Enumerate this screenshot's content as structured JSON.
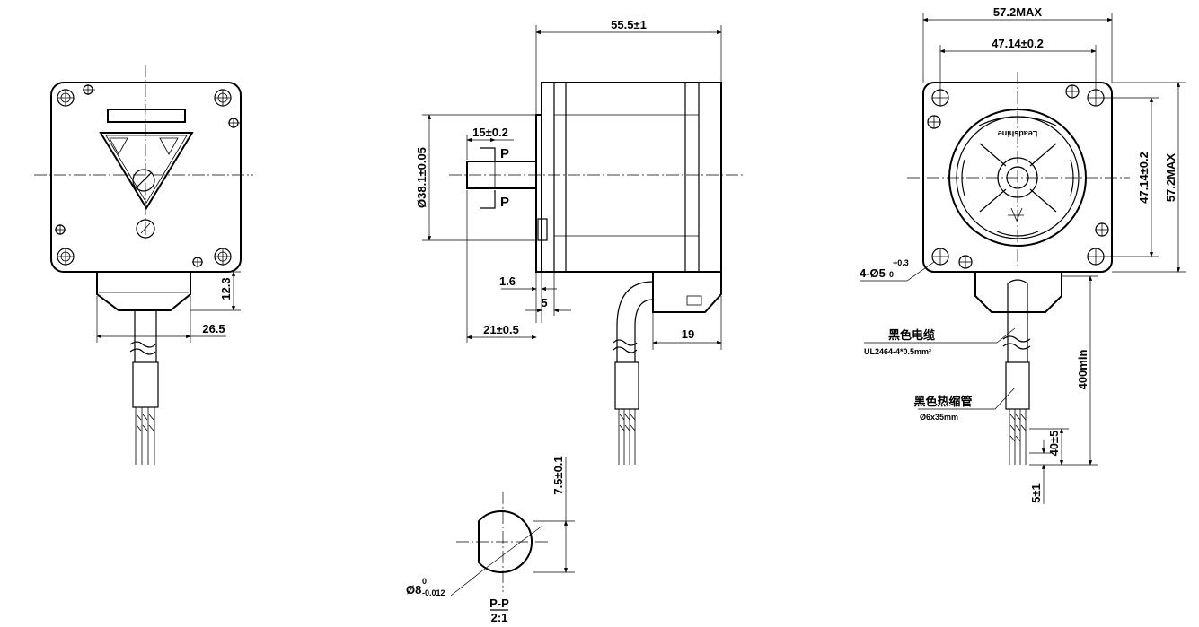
{
  "labels": {
    "logo_text": "Leadshine",
    "front_cable_width": "26.5",
    "front_boot_height": "12.3",
    "side_body_length": "55.5±1",
    "side_flat_length": "15±0.2",
    "section_mark": "P",
    "side_pilot_dia": "Ø38.1±0.05",
    "side_flange_thk": "1.6",
    "side_step": "5",
    "side_shaft_len": "21±0.5",
    "side_connector_len": "19",
    "sect_flat": "7.5±0.1",
    "sect_shaft_dia": "Ø8",
    "sect_tol_upper": "0",
    "sect_tol_lower": "-0.012",
    "sect_title": "P-P",
    "sect_scale": "2:1",
    "rear_width_max": "57.2MAX",
    "rear_hole_pitch": "47.14±0.2",
    "rear_hole_pitch_v": "47.14±0.2",
    "rear_height_max": "57.2MAX",
    "rear_holes": "4-Ø5",
    "rear_holes_tol_upper": "+0.3",
    "rear_holes_tol_lower": "0",
    "cable_label_cn": "黑色电缆",
    "cable_spec": "UL2464-4*0.5mm²",
    "sleeve_label_cn": "黑色热缩管",
    "sleeve_spec": "Ø6x35mm",
    "lead_length": "400min",
    "strip_length": "40±5",
    "tin_length": "5±1"
  },
  "colors": {
    "line": "#000000",
    "background": "#ffffff"
  }
}
